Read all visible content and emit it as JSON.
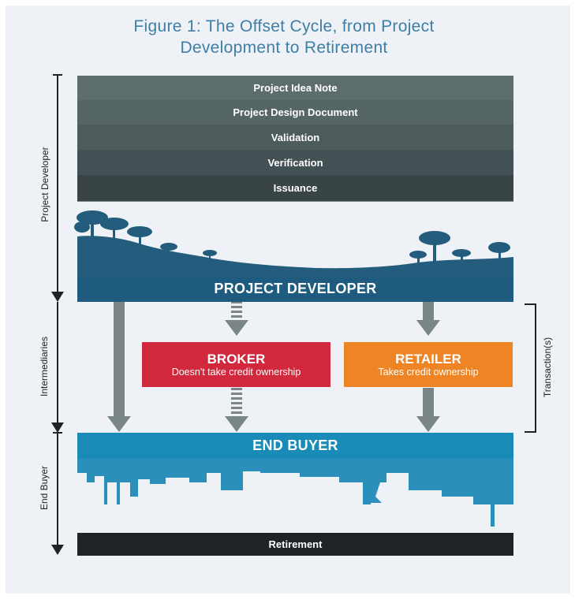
{
  "title": {
    "line1": "Figure 1: The Offset Cycle, from Project",
    "line2": "Development to Retirement"
  },
  "stages": [
    {
      "label": "Project Idea Note",
      "color": "#5d6d6e"
    },
    {
      "label": "Project Design Document",
      "color": "#566566"
    },
    {
      "label": "Validation",
      "color": "#4d5b5d"
    },
    {
      "label": "Verification",
      "color": "#445154"
    },
    {
      "label": "Issuance",
      "color": "#394447"
    }
  ],
  "project_developer_band": {
    "label": "PROJECT DEVELOPER",
    "color": "#1f5a7f"
  },
  "broker": {
    "title": "BROKER",
    "subtitle": "Doesn't take credit ownership",
    "color": "#d1283d"
  },
  "retailer": {
    "title": "RETAILER",
    "subtitle": "Takes credit ownership",
    "color": "#ee8424"
  },
  "end_buyer_band": {
    "label": "END BUYER",
    "color": "#1a8bb6"
  },
  "retirement": {
    "label": "Retirement"
  },
  "side_labels": {
    "project_developer": "Project Developer",
    "intermediaries": "Intermediaries",
    "end_buyer": "End Buyer",
    "transactions": "Transaction(s)"
  },
  "colors": {
    "arrow": "#7a8588",
    "landscape": "#235c7c",
    "skyline": "#2a8fbb",
    "title": "#3f7ea6"
  }
}
